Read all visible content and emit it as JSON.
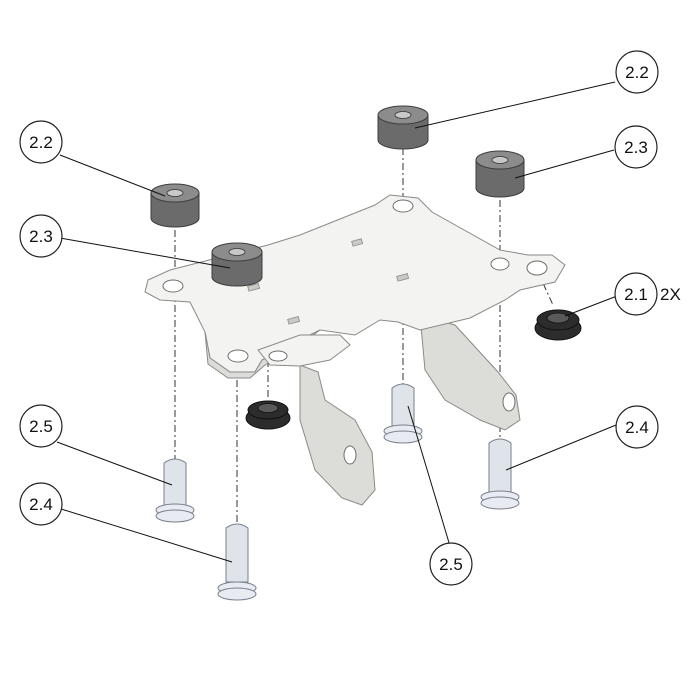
{
  "callouts": [
    {
      "id": "c1",
      "label": "2.2"
    },
    {
      "id": "c2",
      "label": "2.2"
    },
    {
      "id": "c3",
      "label": "2.3"
    },
    {
      "id": "c4",
      "label": "2.3"
    },
    {
      "id": "c5",
      "label": "2.1"
    },
    {
      "id": "c6",
      "label": "2.5"
    },
    {
      "id": "c7",
      "label": "2.4"
    },
    {
      "id": "c8",
      "label": "2.4"
    },
    {
      "id": "c9",
      "label": "2.5"
    }
  ],
  "quantity_note": "2X",
  "colors": {
    "bushing": "#6b6b6b",
    "grommet": "#2c2c2c",
    "plate": "#f3f3f1",
    "pin": "#dfe3ea"
  }
}
